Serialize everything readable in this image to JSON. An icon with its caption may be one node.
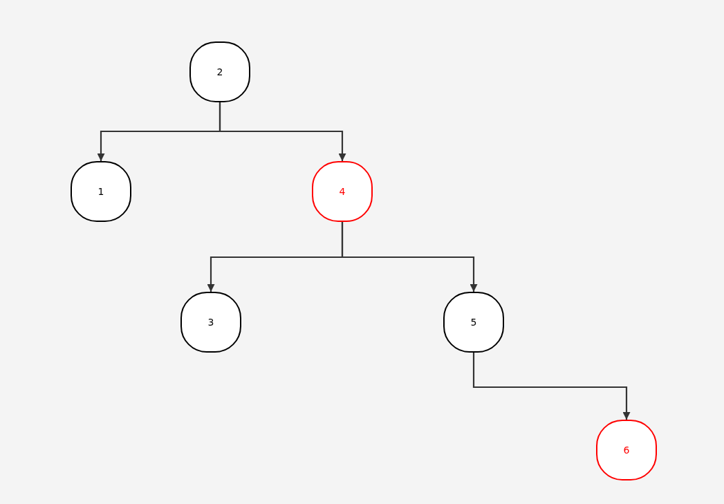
{
  "diagram": {
    "nodes": [
      {
        "text": [
          "2"
        ]
      },
      {
        "text": [
          "1"
        ]
      },
      {
        "text": [
          "4"
        ]
      },
      {
        "text": [
          "3"
        ]
      },
      {
        "text": [
          "5"
        ]
      },
      {
        "text": [
          "6"
        ]
      }
    ],
    "edges": [
      {
        "from": 0,
        "to": 1,
        "arrow": "to"
      },
      {
        "from": 0,
        "to": 2,
        "arrow": "to"
      },
      {
        "from": 2,
        "to": 3,
        "arrow": "to"
      },
      {
        "from": 2,
        "to": 4,
        "arrow": "to"
      },
      {
        "from": 4,
        "to": 5,
        "arrow": "to"
      }
    ]
  }
}
